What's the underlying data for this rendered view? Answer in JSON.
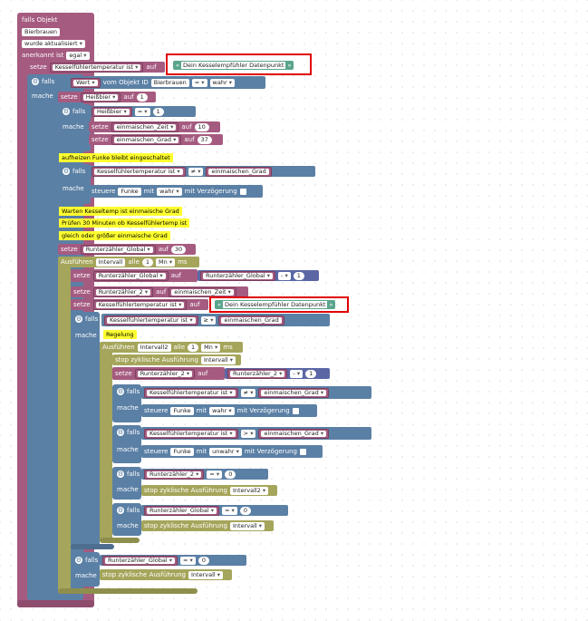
{
  "header": {
    "falls_objekt": "falls Objekt",
    "objekt_name": "Bierbrauen",
    "wurde": "wurde aktualisiert",
    "anerkannt": "anerkannt ist",
    "anerkannt_val": "egal"
  },
  "kw": {
    "setze": "setze",
    "auf": "auf",
    "falls": "falls",
    "mache": "mache",
    "steuere": "steuere",
    "mit": "mit",
    "mit_verz": "mit Verzögerung",
    "ausfuehren": "Ausführen",
    "alle": "alle",
    "ms": "ms",
    "stop": "stop zyklische Ausführung",
    "wert": "Wert",
    "vom_objekt": "vom Objekt ID"
  },
  "vars": {
    "kessel": "Kesselfühlertemperatur ist",
    "heizbier": "Heißbier",
    "einm_zeit": "einmaischen_Zeit",
    "einm_grad": "einmaischen_Grad",
    "funke": "Funke",
    "rz_global": "Runterzähler_Global",
    "rz_2": "Runterzähler_2",
    "intervall": "Intervall",
    "intervall2": "Intervall2",
    "mn": "Mn",
    "bierbrauen": "Bierbrauen"
  },
  "values": {
    "wahr": "wahr",
    "unwahr": "unwahr",
    "one": "1",
    "zero": "0",
    "ten": "10",
    "thirtyseven": "37",
    "thirty": "30",
    "eq": "=",
    "neq": "≠",
    "geq": "≥",
    "gt": ">",
    "minus": "-"
  },
  "datapoint": "Dein Kesselempfühler Datenpunkt",
  "comments": {
    "c1": "aufheizen Funke bleibt eingeschaltet",
    "c2": "Warten Kesseltemp ist einmaische Grad",
    "c3": "Prüfen 30 Minuten ob Kesselfühlertemp ist",
    "c4": "gleich oder größer einmaische Grad",
    "regelung": "Regelung"
  }
}
